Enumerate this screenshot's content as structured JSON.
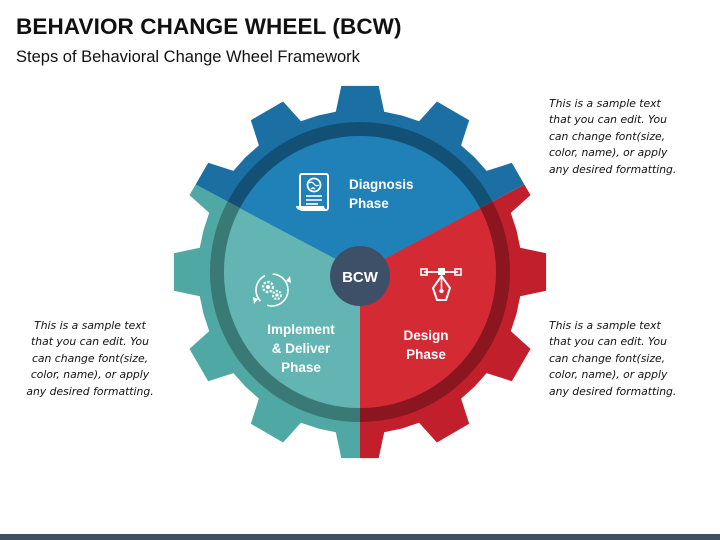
{
  "header": {
    "title": "BEHAVIOR CHANGE WHEEL (BCW)",
    "subtitle": "Steps of Behavioral Change Wheel Framework"
  },
  "wheel": {
    "center_label": "BCW",
    "segments": [
      {
        "id": "diagnosis",
        "label_line1": "Diagnosis",
        "label_line2": "Phase",
        "color": "#1f7ab0",
        "icon": "document-globe-icon"
      },
      {
        "id": "design",
        "label_line1": "Design",
        "label_line2": "Phase",
        "color": "#c8262f",
        "icon": "pen-tool-icon"
      },
      {
        "id": "implement",
        "label_line1": "Implement",
        "label_line2": "& Deliver",
        "label_line3": "Phase",
        "color": "#5ab0ad",
        "icon": "gears-cycle-icon"
      }
    ],
    "center_color": "#3e5068"
  },
  "notes": {
    "top_right": [
      "This is a sample text",
      "that you can edit. You",
      "can change font(size,",
      "color, name), or apply",
      "any desired formatting."
    ],
    "bottom_left": [
      "This is a sample text",
      "that you can edit. You",
      "can change font(size,",
      "color, name), or apply",
      "any desired formatting."
    ],
    "bottom_right": [
      "This is a sample text",
      "that you can edit. You",
      "can change font(size,",
      "color, name), or apply",
      "any desired formatting."
    ]
  }
}
